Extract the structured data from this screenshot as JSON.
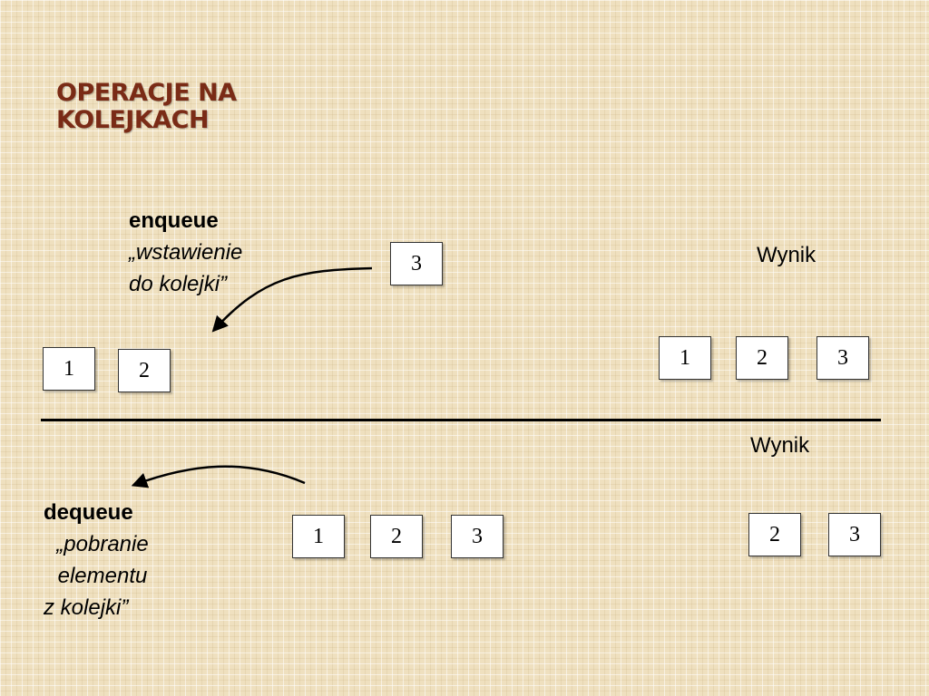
{
  "slide": {
    "title_line1": "OPERACJE NA",
    "title_line2": "KOLEJKACH",
    "title_color": "#7a2b16",
    "background_color": "#efe0bf"
  },
  "enqueue": {
    "op": "enqueue",
    "desc_line1": "„wstawienie",
    "desc_line2": "do kolejki”",
    "incoming": "3",
    "queue": [
      "1",
      "2"
    ],
    "result_label": "Wynik",
    "result": [
      "1",
      "2",
      "3"
    ]
  },
  "dequeue": {
    "op": "dequeue",
    "desc_line1": "„pobranie",
    "desc_line2": "elementu",
    "desc_line3": "z kolejki”",
    "queue": [
      "1",
      "2",
      "3"
    ],
    "result_label": "Wynik",
    "result": [
      "2",
      "3"
    ]
  }
}
